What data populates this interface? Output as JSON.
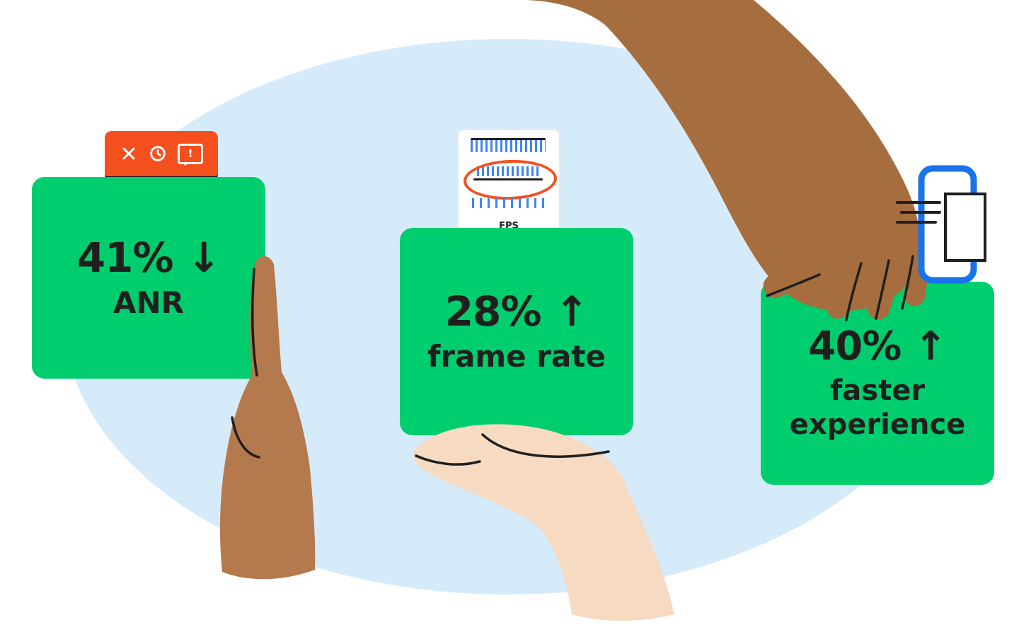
{
  "colors": {
    "bg": "#ffffff",
    "ellipse": "#d6ebfa",
    "green": "#00ce6e",
    "orange": "#f4501e",
    "blue": "#1a73e8",
    "tick": "#4285f4",
    "ink": "#1f1f1f",
    "skin-left": "#b5794e",
    "skin-center": "#f6dac2",
    "skin-right": "#a66e3e"
  },
  "cards": {
    "anr": {
      "stat": "41% ↓",
      "label": "ANR"
    },
    "framerate": {
      "stat": "28% ↑",
      "label": "frame rate"
    },
    "experience": {
      "stat": "40% ↑",
      "label_line1": "faster",
      "label_line2": "experience"
    }
  },
  "badge": {
    "bubble_text": "!"
  },
  "fps_monitor": {
    "label": "FPS"
  },
  "icons": {
    "close-icon": "✕",
    "clock-icon": "clock-face",
    "alert-bubble-icon": "speech-bubble-with-exclamation",
    "fps-meter-card": "frame-time-chart-with-circled-row",
    "speed-phone-icon": "phone-with-speed-lines"
  }
}
